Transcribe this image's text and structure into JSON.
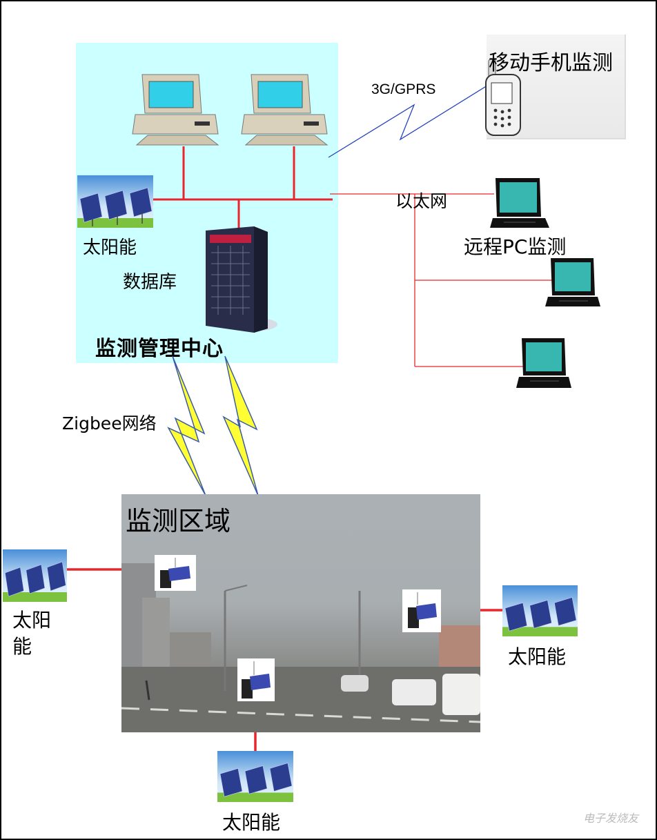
{
  "center": {
    "title": "监测管理中心",
    "database_label": "数据库",
    "solar_label": "太阳能"
  },
  "links": {
    "mobile_link_label": "3G/GPRS",
    "ethernet_label": "以太网",
    "zigbee_label": "Zigbee网络"
  },
  "remote": {
    "mobile_label": "移动手机监测",
    "pc_label": "远程PC监测"
  },
  "field": {
    "title": "监测区域",
    "solar_left_label": "太阳\n能",
    "solar_right_label": "太阳能",
    "solar_bottom_label": "太阳能"
  },
  "watermark": "电子发烧友",
  "colors": {
    "center_panel": "#ccffff",
    "wire_red": "#e8262b",
    "wire_blue": "#2244bb",
    "lightning_yellow": "#ffff33",
    "laptop_screen": "#38b6b0"
  },
  "icons": [
    "desktop-computer-icon",
    "server-rack-icon",
    "mobile-phone-icon",
    "laptop-icon",
    "solar-panel-icon",
    "sensor-node-icon",
    "lightning-icon"
  ]
}
